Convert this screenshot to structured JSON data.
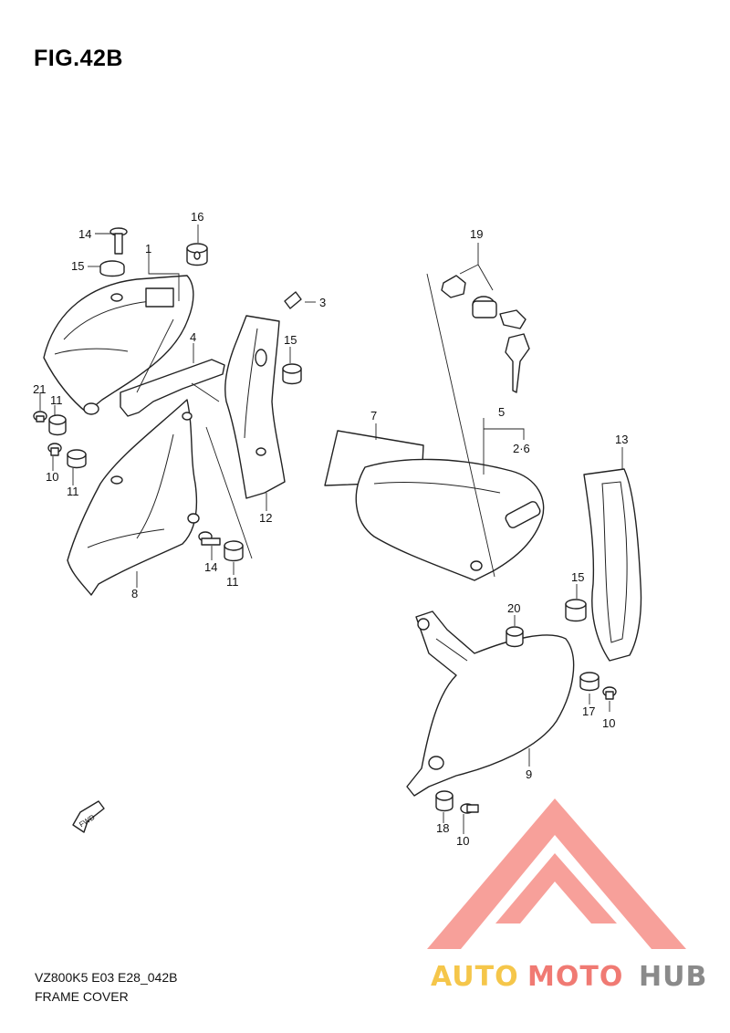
{
  "figure": {
    "title": "FIG.42B"
  },
  "footer": {
    "model_code": "VZ800K5 E03 E28_042B",
    "section_name": "FRAME COVER"
  },
  "callouts": {
    "c1": "1",
    "c2_6": "2·6",
    "c3": "3",
    "c4": "4",
    "c5": "5",
    "c7": "7",
    "c8": "8",
    "c9": "9",
    "c10a": "10",
    "c10b": "10",
    "c10c": "10",
    "c11a": "11",
    "c11b": "11",
    "c11c": "11",
    "c12": "12",
    "c13": "13",
    "c14a": "14",
    "c14b": "14",
    "c15a": "15",
    "c15b": "15",
    "c15c": "15",
    "c16": "16",
    "c17": "17",
    "c18": "18",
    "c19": "19",
    "c20": "20",
    "c21": "21"
  },
  "labels": {
    "fwd": "FWD"
  },
  "watermark": {
    "part1": "AUTO",
    "part2": "MOTO",
    "part3": "HUB"
  },
  "colors": {
    "watermark_red": "#f07a73",
    "watermark_yellow": "#f5c64a",
    "watermark_gray": "#8a8a8a"
  }
}
